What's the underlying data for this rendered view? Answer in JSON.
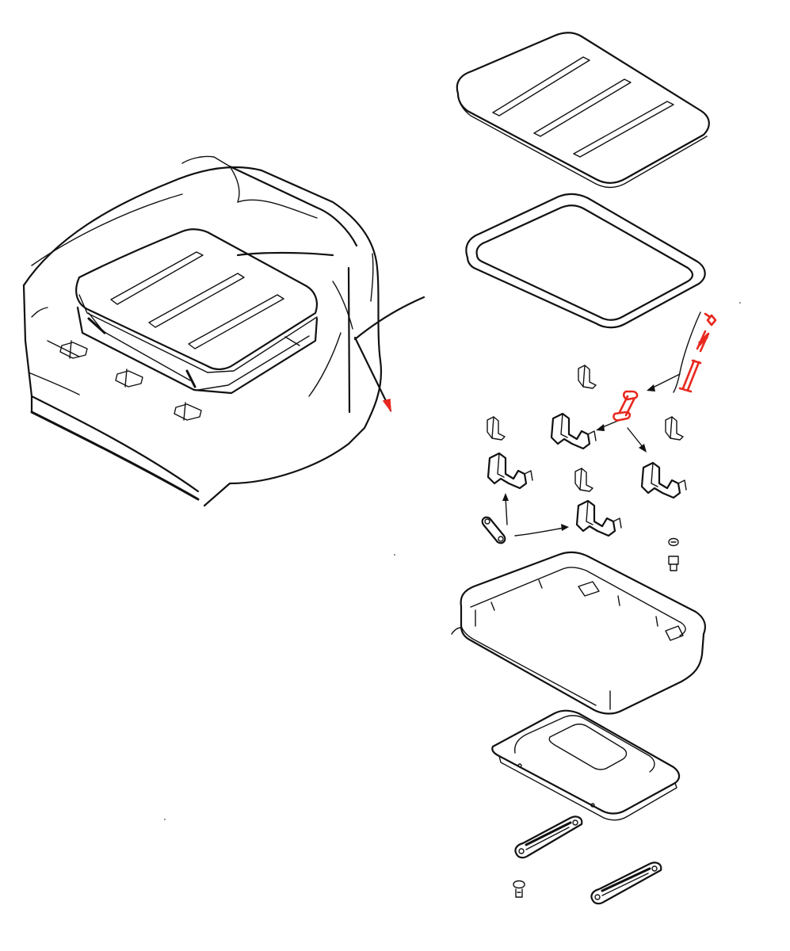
{
  "figure": {
    "highlight_color": "#e8281e",
    "ink_color": "#111111",
    "background_color": "#ffffff"
  },
  "parts": [
    {
      "name": "hatch-cover",
      "highlighted": false
    },
    {
      "name": "hatch-gasket",
      "highlighted": false
    },
    {
      "name": "latch-bracket",
      "highlighted": false
    },
    {
      "name": "pivot-pin",
      "highlighted": true
    },
    {
      "name": "spring-and-pin",
      "highlighted": true
    },
    {
      "name": "hatch-frame",
      "highlighted": false
    },
    {
      "name": "hatch-base-plate",
      "highlighted": false
    },
    {
      "name": "handle-strip",
      "highlighted": false
    },
    {
      "name": "screw",
      "highlighted": false
    }
  ]
}
